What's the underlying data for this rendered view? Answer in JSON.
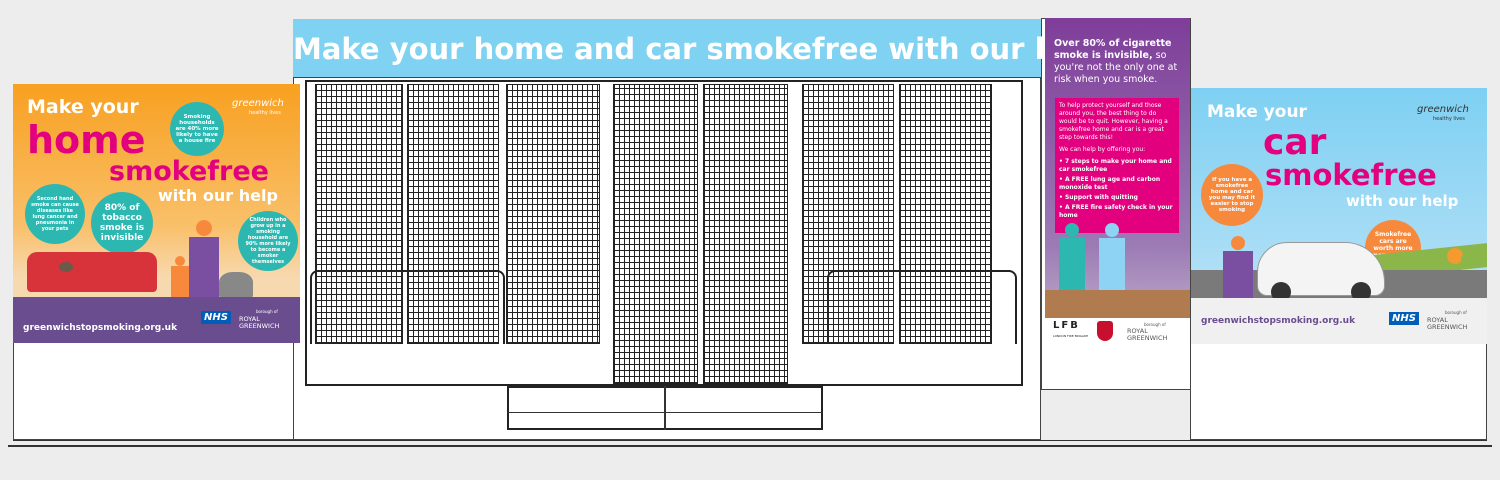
{
  "banner": {
    "text": "Make your home and car smokefree with our help"
  },
  "left_poster": {
    "line1": "Make your",
    "line2": "home",
    "line3": "smokefree",
    "line4": "with our help",
    "logo": "greenwich",
    "logo_sub": "healthy lives",
    "fact_household": "Smoking households are 40% more likely to have a house fire",
    "fact_secondhand": "Second hand smoke can cause diseases like lung cancer and pneumonia in your pets",
    "fact_invisible": "80% of tobacco smoke is invisible",
    "fact_children": "Children who grow up in a smoking household are 90% more likely to become a smoker themselves",
    "website": "greenwichstopsmoking.org.uk",
    "nhs": "NHS",
    "royal_greenwich": "ROYAL GREENWICH",
    "royal_small": "borough of"
  },
  "middle_poster": {
    "headline_bold": "Over 80% of cigarette smoke is invisible,",
    "headline_rest": " so you're not the only one at risk when you smoke.",
    "intro": "To help protect yourself and those around you, the best thing to do would be to quit. However, having a smokefree home and car is a great step towards this!",
    "offer_label": "We can help by offering you:",
    "bullets": [
      "7 steps to make your home and car smokefree",
      "A FREE lung age and carbon monoxide test",
      "Support with quitting",
      "A FREE fire safety check in your home"
    ],
    "lfb": "LFB",
    "lfb_sub": "LONDON FIRE BRIGADE",
    "royal_greenwich": "ROYAL GREENWICH",
    "royal_small": "borough of"
  },
  "right_poster": {
    "line1": "Make your",
    "line2": "car",
    "line3": "smokefree",
    "line4": "with our help",
    "logo": "greenwich",
    "logo_sub": "healthy lives",
    "fact_easier": "If you have a smokefree home and car you may find it easier to stop smoking",
    "fact_money": "Smokefree cars are worth more money when sold on",
    "website": "greenwichstopsmoking.org.uk",
    "nhs": "NHS",
    "royal_greenwich": "ROYAL GREENWICH",
    "royal_small": "borough of"
  },
  "colors": {
    "banner": "#7fd2f2",
    "magenta": "#e3007e",
    "teal": "#2cb7b0",
    "purple": "#6a4d8f",
    "orange": "#f8a020"
  }
}
